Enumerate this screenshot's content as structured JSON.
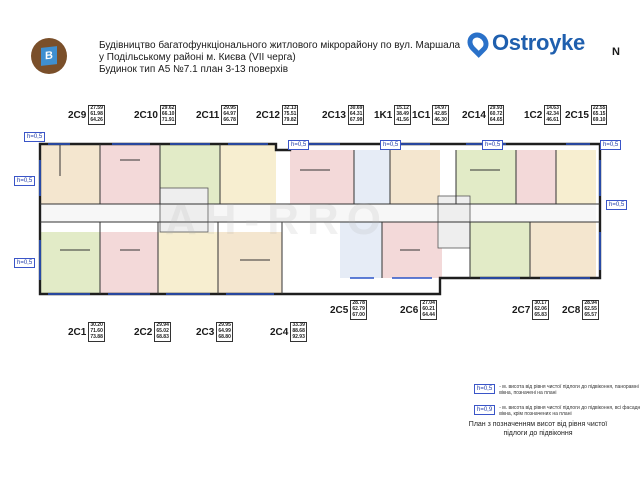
{
  "header": {
    "title_lines": [
      "Будівництво багатофункціонального житлового мікрорайону по вул. Маршала",
      "у Подільському районі м. Києва (VII черга)",
      "Будинок тип А5  №7.1  план 3-13 поверхів"
    ],
    "logo_letter": "В"
  },
  "brand": {
    "name": "Ostroyke",
    "north_label": "N"
  },
  "watermark": "AH-RRO",
  "apartments_top": [
    {
      "code": "2C9",
      "areas": [
        "27.59",
        "61.98",
        "64.26"
      ]
    },
    {
      "code": "2C10",
      "areas": [
        "29.62",
        "66.10",
        "71.91"
      ]
    },
    {
      "code": "2C11",
      "areas": [
        "29.95",
        "64.97",
        "66.78"
      ]
    },
    {
      "code": "2C12",
      "areas": [
        "32.13",
        "75.51",
        "79.82"
      ]
    },
    {
      "code": "2C13",
      "areas": [
        "30.69",
        "64.31",
        "67.99"
      ]
    },
    {
      "code": "1K1",
      "areas": [
        "15.12",
        "38.49",
        "41.56"
      ]
    },
    {
      "code": "1C1",
      "areas": [
        "14.97",
        "42.85",
        "46.30"
      ]
    },
    {
      "code": "2C14",
      "areas": [
        "29.93",
        "60.72",
        "64.65"
      ]
    },
    {
      "code": "1C2",
      "areas": [
        "14.63",
        "42.34",
        "46.61"
      ]
    },
    {
      "code": "2C15",
      "areas": [
        "22.55",
        "65.15",
        "69.10"
      ]
    }
  ],
  "apartments_bottom": [
    {
      "code": "2C1",
      "areas": [
        "30.20",
        "71.60",
        "73.88"
      ]
    },
    {
      "code": "2C2",
      "areas": [
        "29.94",
        "65.02",
        "68.83"
      ]
    },
    {
      "code": "2C3",
      "areas": [
        "29.95",
        "64.99",
        "68.80"
      ]
    },
    {
      "code": "2C4",
      "areas": [
        "33.39",
        "88.68",
        "92.93"
      ]
    },
    {
      "code": "2C5",
      "areas": [
        "28.78",
        "62.79",
        "67.00"
      ]
    },
    {
      "code": "2C6",
      "areas": [
        "27.04",
        "60.21",
        "64.44"
      ]
    },
    {
      "code": "2C7",
      "areas": [
        "30.17",
        "62.06",
        "65.83"
      ]
    },
    {
      "code": "2C8",
      "areas": [
        "28.94",
        "62.55",
        "65.57"
      ]
    }
  ],
  "height_mark": "h=0,5",
  "legend": [
    {
      "mark": "h=0,5",
      "text": "- м. висота від рівня чистої підлоги до підвіконня, панорамні вікна, позначені на плані"
    },
    {
      "mark": "h=0,9",
      "text": "- м. висота від рівня чистої підлоги до підвіконня, всі фасадні вікна, крім позначених на плані"
    }
  ],
  "note": "План з позначенням висот від рівня чистої підлоги до підвіконня"
}
